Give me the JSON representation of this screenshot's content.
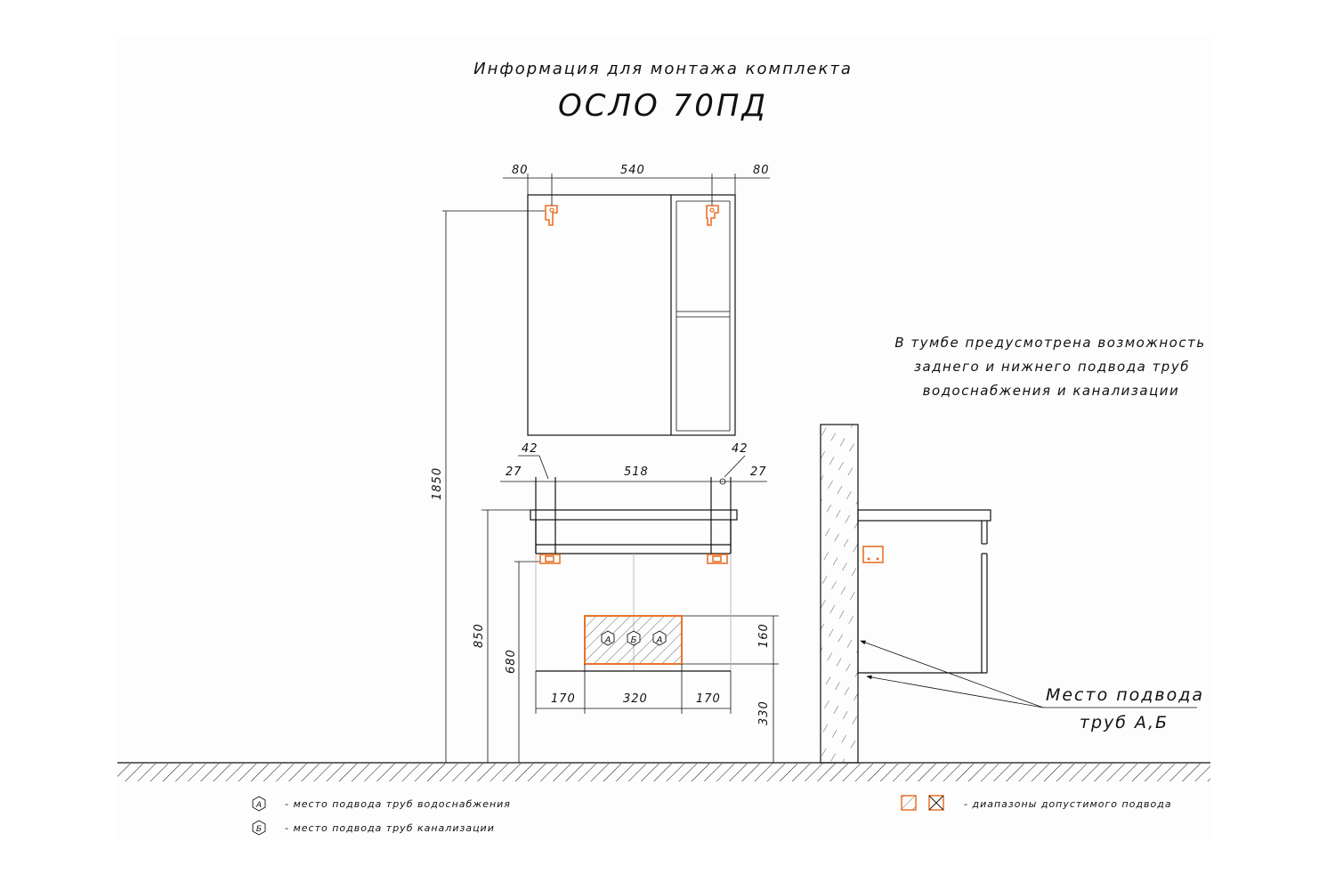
{
  "title": {
    "line1": "Информация для монтажа комплекта",
    "line2": "ОСЛО 70ПД"
  },
  "dimensions": {
    "mirror_left": "80",
    "mirror_width": "540",
    "mirror_right": "80",
    "total_height": "1850",
    "vanity_height": "850",
    "sink_height": "680",
    "zone_height": "160",
    "zone_bottom": "330",
    "pipe_left_offset": "42",
    "pipe_right_offset": "42",
    "side_left": "27",
    "pipe_spacing": "518",
    "side_right": "27",
    "zone_left_margin": "170",
    "zone_width": "320",
    "zone_right_margin": "170"
  },
  "markers": {
    "a": "А",
    "b": "Б"
  },
  "notes": {
    "cabinet_line1": "В тумбе предусмотрена возможность",
    "cabinet_line2": "заднего и нижнего подвода труб",
    "cabinet_line3": "водоснабжения и канализации",
    "pipes_line1": "Место подвода",
    "pipes_line2": "труб А,Б"
  },
  "legend": {
    "a_text": "- место подвода труб водоснабжения",
    "b_text": "- место подвода труб канализации",
    "zone_text": "- диапазоны допустимого подвода"
  },
  "colors": {
    "accent": "#e8722a",
    "line": "#111111"
  }
}
